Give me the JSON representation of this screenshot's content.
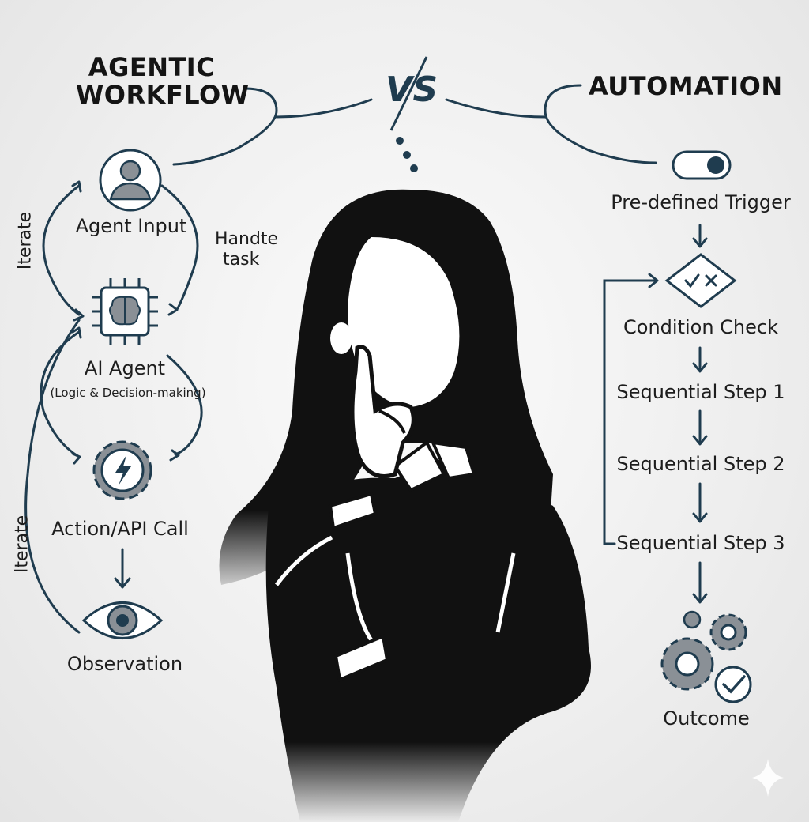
{
  "titles": {
    "left": "AGENTIC\nWORKFLOW",
    "left_line1": "AGENTIC",
    "left_line2": "WORKFLOW",
    "vs": "VS",
    "right": "AUTOMATION"
  },
  "agentic": {
    "agent_input": "Agent Input",
    "handle_task_line1": "Handte",
    "handle_task_line2": "task",
    "ai_agent": "AI Agent",
    "ai_agent_sub": "(Logic & Decision-making)",
    "action": "Action/API Call",
    "observation": "Observation",
    "iterate_top": "Iterate",
    "iterate_bottom": "Iterate",
    "icons": [
      "user-icon",
      "brain-chip-icon",
      "gear-lightning-icon",
      "eye-icon"
    ]
  },
  "automation": {
    "trigger": "Pre-defined Trigger",
    "condition": "Condition Check",
    "step1": "Sequential Step 1",
    "step2": "Sequential Step 2",
    "step3": "Sequential Step 3",
    "outcome": "Outcome",
    "icons": [
      "toggle-icon",
      "decision-diamond-icon",
      "gears-check-icon"
    ]
  },
  "colors": {
    "accent": "#1f3c4f",
    "icon_gray": "#8a9096",
    "figure": "#111111"
  }
}
